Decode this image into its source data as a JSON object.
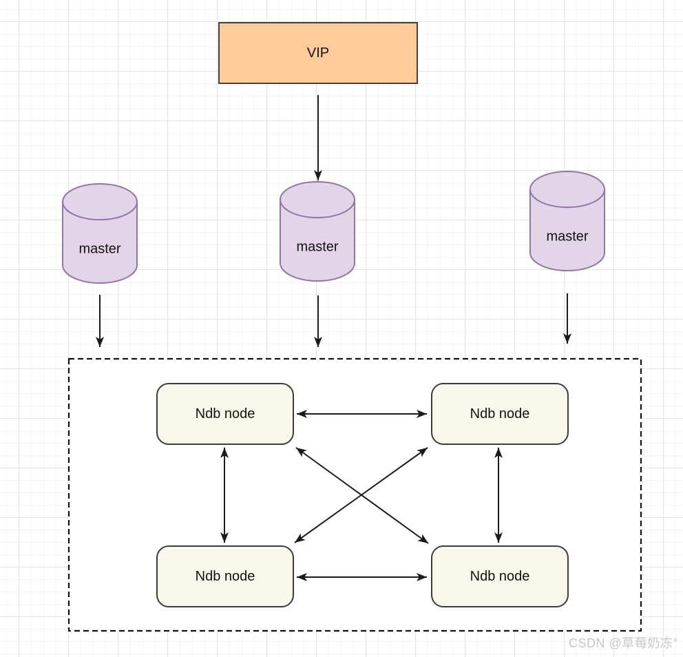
{
  "colors": {
    "vip_fill": "#FFCC99",
    "vip_border": "#404040",
    "cylinder_fill": "#E1D5E7",
    "cylinder_border": "#9673A6",
    "ndb_fill": "#FAF7EB",
    "ndb_border": "#3B3B3B",
    "arrow": "#1a1a1a",
    "cluster_border": "#111111",
    "grid_major": "#e4e4e4",
    "grid_minor": "#f5f5f5"
  },
  "vip": {
    "label": "VIP"
  },
  "masters": [
    {
      "id": "left",
      "label": "master"
    },
    {
      "id": "middle",
      "label": "master"
    },
    {
      "id": "right",
      "label": "master"
    }
  ],
  "cluster": {
    "nodes": [
      {
        "id": "top-left",
        "label": "Ndb node"
      },
      {
        "id": "top-right",
        "label": "Ndb node"
      },
      {
        "id": "bottom-left",
        "label": "Ndb node"
      },
      {
        "id": "bottom-right",
        "label": "Ndb node"
      }
    ]
  },
  "watermark": {
    "text": "CSDN @草莓奶冻°"
  }
}
